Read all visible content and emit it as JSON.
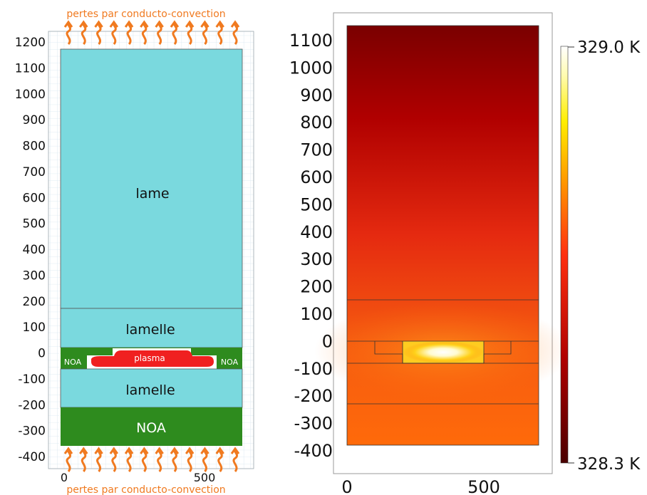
{
  "left_panel": {
    "top_caption": "pertes par conducto-convection",
    "bottom_caption": "pertes par conducto-convection",
    "y_ticks": [
      "1200",
      "1100",
      "1000",
      "900",
      "800",
      "700",
      "600",
      "500",
      "400",
      "300",
      "200",
      "100",
      "0",
      "-100",
      "-200",
      "-300",
      "-400"
    ],
    "x_ticks": [
      "0",
      "500"
    ],
    "layers": {
      "lame": "lame",
      "lamelle_top": "lamelle",
      "plasma": "plasma",
      "noa_left": "NOA",
      "noa_right": "NOA",
      "lamelle_bottom": "lamelle",
      "noa_bottom": "NOA"
    },
    "colors": {
      "glass": "#7AD9DE",
      "noa": "#2E8B1E",
      "plasma": "#F02020",
      "arrow": "#F07A20"
    }
  },
  "right_panel": {
    "y_ticks": [
      "1100",
      "1000",
      "900",
      "800",
      "700",
      "600",
      "500",
      "400",
      "300",
      "200",
      "100",
      "0",
      "-100",
      "-200",
      "-300",
      "-400"
    ],
    "x_ticks": [
      "0",
      "500"
    ],
    "colorbar_max": "329.0 K",
    "colorbar_min": "328.3 K",
    "colormap": "heat (dark red - red - orange - yellow - white)"
  }
}
